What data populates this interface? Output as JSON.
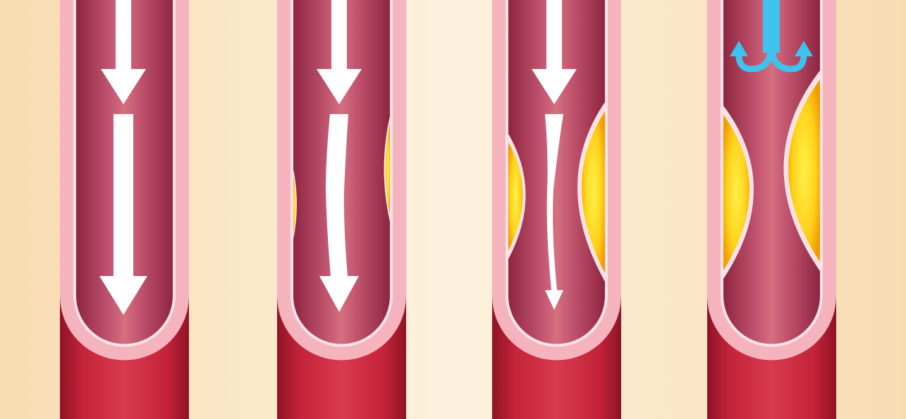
{
  "diagram": {
    "panels": [
      {
        "id": "healthy",
        "plaque": "none",
        "flow": "normal"
      },
      {
        "id": "mild",
        "plaque": "slight",
        "flow": "slightly-deflected"
      },
      {
        "id": "moderate",
        "plaque": "moderate",
        "flow": "narrowed"
      },
      {
        "id": "severe",
        "plaque": "severe",
        "flow": "blocked"
      }
    ]
  },
  "colors": {
    "background": "#fbe9cf",
    "vessel_wall": "#c4243a",
    "vessel_wall_dark": "#8f1325",
    "intima": "#f5b3be",
    "lumen": "#b8415a",
    "lumen_center": "#d46b80",
    "plaque": "#f3b300",
    "plaque_light": "#ffe34a",
    "flow_arrow": "#ffffff",
    "blocked_arrow": "#3ec3ee"
  },
  "icons": {
    "flow": "down-arrow-icon",
    "blocked": "split-arrow-icon"
  }
}
